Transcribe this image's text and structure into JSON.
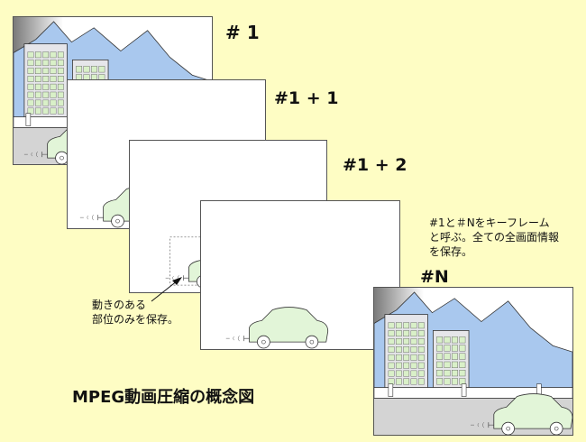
{
  "frame_labels": {
    "first": "# 1",
    "second": "#1 + 1",
    "third": "#1 + 2",
    "last": "#N"
  },
  "notes": {
    "keyframe": "#1と＃Nをキーフレーム\nと呼ぶ。全ての全画面情報\nを保存。",
    "moving_part": "動きのある\n部位のみを保存。"
  },
  "diagram_title": "MPEG動画圧縮の概念図",
  "colors": {
    "background": "#fefdc4",
    "sky": "#a9c8ee",
    "building": "#e6e6ea",
    "window": "#d9f0c8",
    "car": "#e2f5d8",
    "road": "#d4d4d4"
  }
}
